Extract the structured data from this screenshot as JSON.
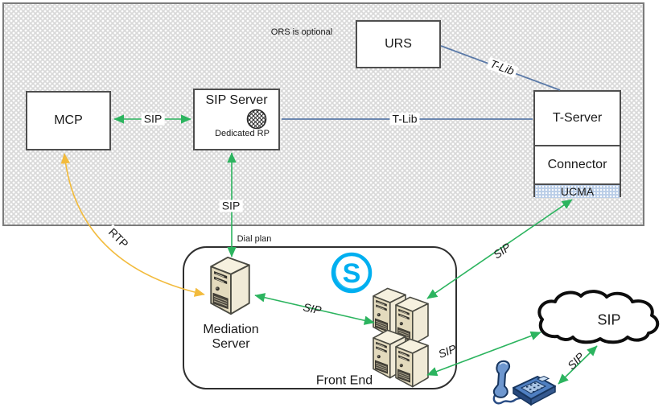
{
  "panel": {
    "note": "ORS is optional"
  },
  "nodes": {
    "mcp": {
      "label": "MCP"
    },
    "sip_server": {
      "label": "SIP Server",
      "sublabel": "Dedicated RP"
    },
    "urs": {
      "label": "URS"
    },
    "t_server": {
      "label": "T-Server",
      "connector_label": "Connector",
      "ucma_label": "UCMA"
    },
    "mediation_server": {
      "line1": "Mediation",
      "line2": "Server"
    },
    "front_end": {
      "label": "Front End"
    },
    "sip_cloud": {
      "label": "SIP"
    },
    "skype": {
      "letter": "S"
    }
  },
  "edges": {
    "mcp_sipserver": {
      "label": "SIP"
    },
    "sipserver_mediation": {
      "label": "SIP"
    },
    "sipserver_tserver": {
      "label": "T-Lib"
    },
    "urs_tserver": {
      "label": "T-Lib"
    },
    "mcp_mediation": {
      "label": "RTP"
    },
    "dial_plan": {
      "label": "Dial plan"
    },
    "ucma_frontend": {
      "label": "SIP"
    },
    "mediation_frontend": {
      "label": "SIP"
    },
    "frontend_cloud": {
      "label": "SIP"
    },
    "phone_cloud": {
      "label": "SIP"
    }
  },
  "icons": {
    "routing_point": "crosshatch-circle-icon",
    "mediation_server": "server-tower-icon",
    "front_end": "server-stack-icon",
    "skype": "skype-logo-icon",
    "cloud": "sip-cloud-icon",
    "phone": "desk-phone-icon"
  },
  "colors": {
    "sip_arrow_green": "#2cb45f",
    "tlib_line_blue": "#5b7aa8",
    "rtp_arrow_yellow": "#f2bb3d",
    "ucma_fill": "#b9cde7",
    "panel_gray": "#d9d9d9",
    "skype_blue": "#00aff0",
    "phone_blue": "#4f7fc1",
    "server_beige": "#e3dabd"
  }
}
